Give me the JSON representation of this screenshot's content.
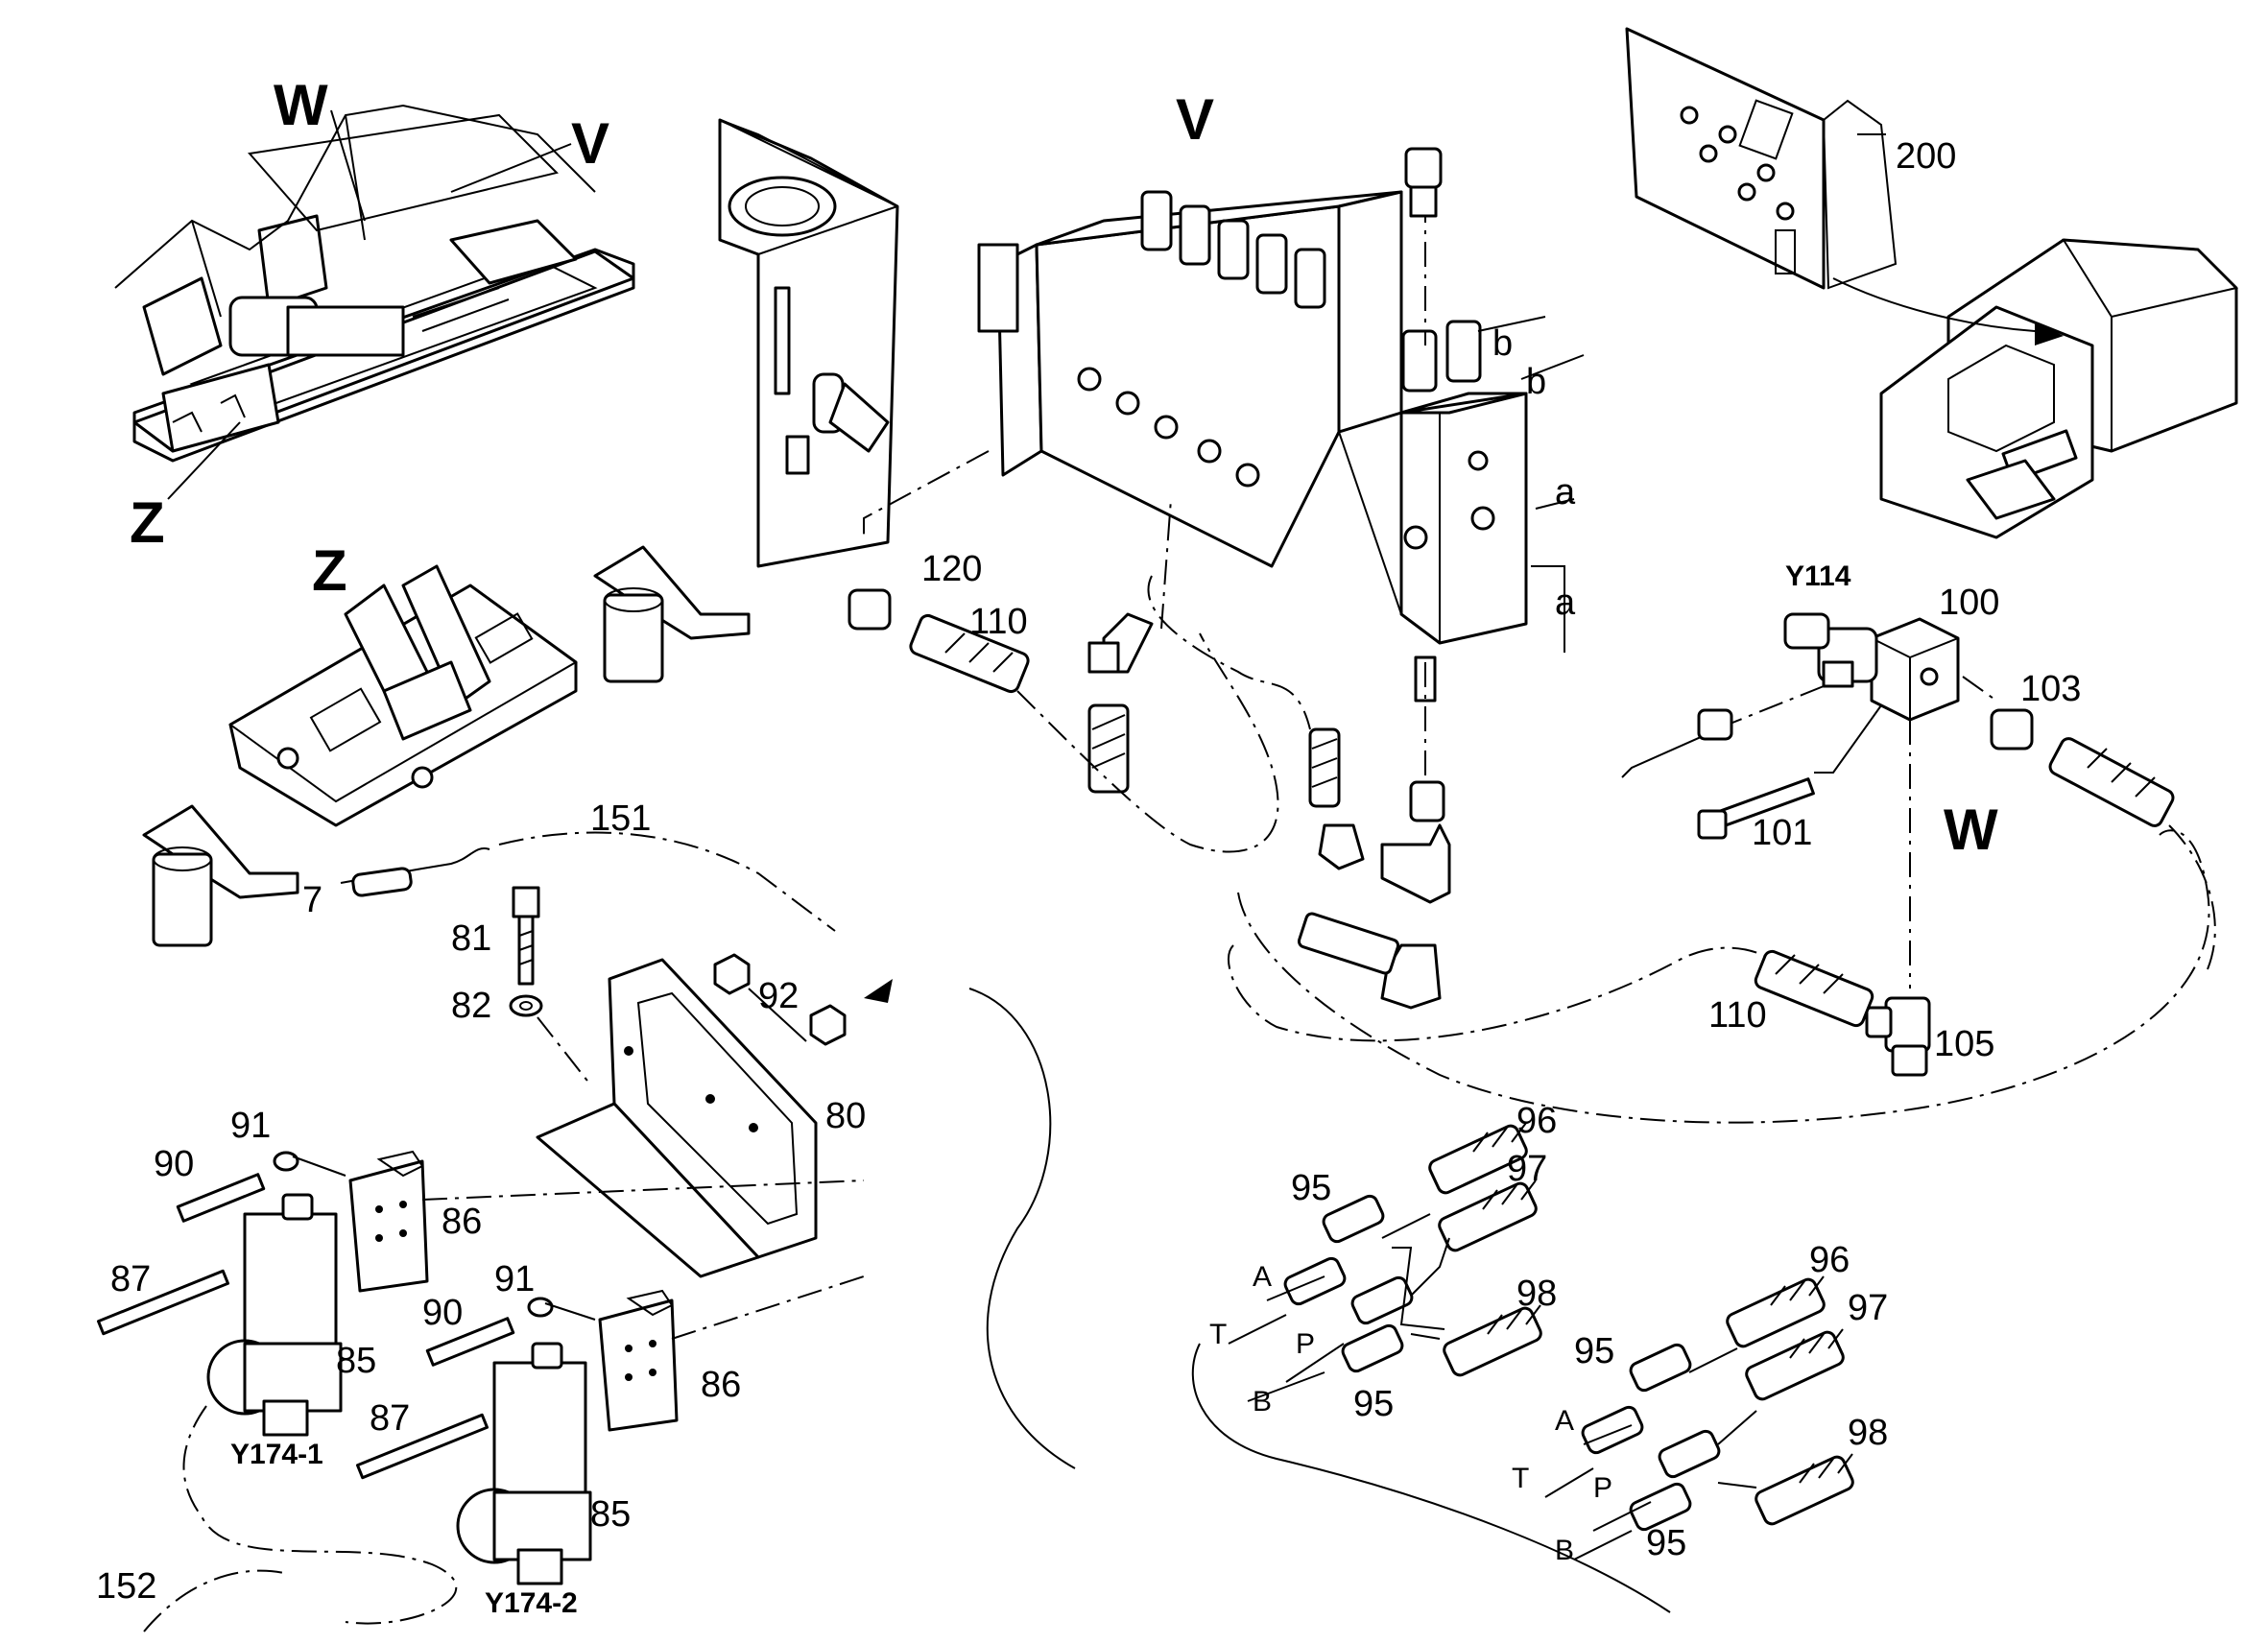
{
  "diagram": {
    "view_labels": {
      "W": "W",
      "V": "V",
      "Z": "Z"
    },
    "part_numbers": {
      "p200": "200",
      "p120": "120",
      "p110": "110",
      "p100": "100",
      "p103": "103",
      "p101": "101",
      "p105": "105",
      "p151": "151",
      "p152": "152",
      "p7": "7",
      "p81": "81",
      "p82": "82",
      "p92": "92",
      "p80": "80",
      "p86": "86",
      "p90": "90",
      "p91": "91",
      "p87": "87",
      "p85": "85",
      "p95": "95",
      "p96": "96",
      "p97": "97",
      "p98": "98"
    },
    "connection_letters": {
      "a": "a",
      "b": "b",
      "A": "A",
      "T": "T",
      "P": "P",
      "B": "B"
    },
    "component_codes": {
      "y114": "Y114",
      "y174_1": "Y174-1",
      "y174_2": "Y174-2"
    }
  }
}
